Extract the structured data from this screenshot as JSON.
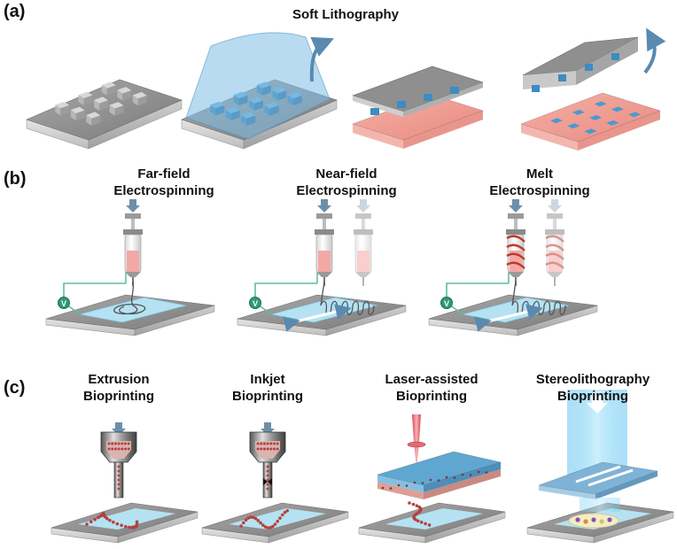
{
  "panels": {
    "a": {
      "label": "(a)",
      "title": "Soft Lithography"
    },
    "b": {
      "label": "(b)",
      "methods": [
        {
          "line1": "Far-field",
          "line2": "Electrospinning"
        },
        {
          "line1": "Near-field",
          "line2": "Electrospinning"
        },
        {
          "line1": "Melt",
          "line2": "Electrospinning"
        }
      ],
      "voltage_symbol": "V"
    },
    "c": {
      "label": "(c)",
      "methods": [
        {
          "line1": "Extrusion",
          "line2": "Bioprinting"
        },
        {
          "line1": "Inkjet",
          "line2": "Bioprinting"
        },
        {
          "line1": "Laser-assisted",
          "line2": "Bioprinting"
        },
        {
          "line1": "Stereolithography",
          "line2": "Bioprinting"
        }
      ]
    }
  },
  "colors": {
    "substrate_top": "#9a9a9a",
    "substrate_side": "#d4d4d4",
    "pdms_blue": "#5aa8d8",
    "pdms_pink": "#f2a39a",
    "mat_blue": "#b5e2f2",
    "circuit_green": "#5fbf95",
    "syringe_fluid": "#f4a8a4",
    "laser_red": "#e8606a",
    "light_blue": "#7fd0f5",
    "arrow_blue": "#5a8ab0"
  }
}
